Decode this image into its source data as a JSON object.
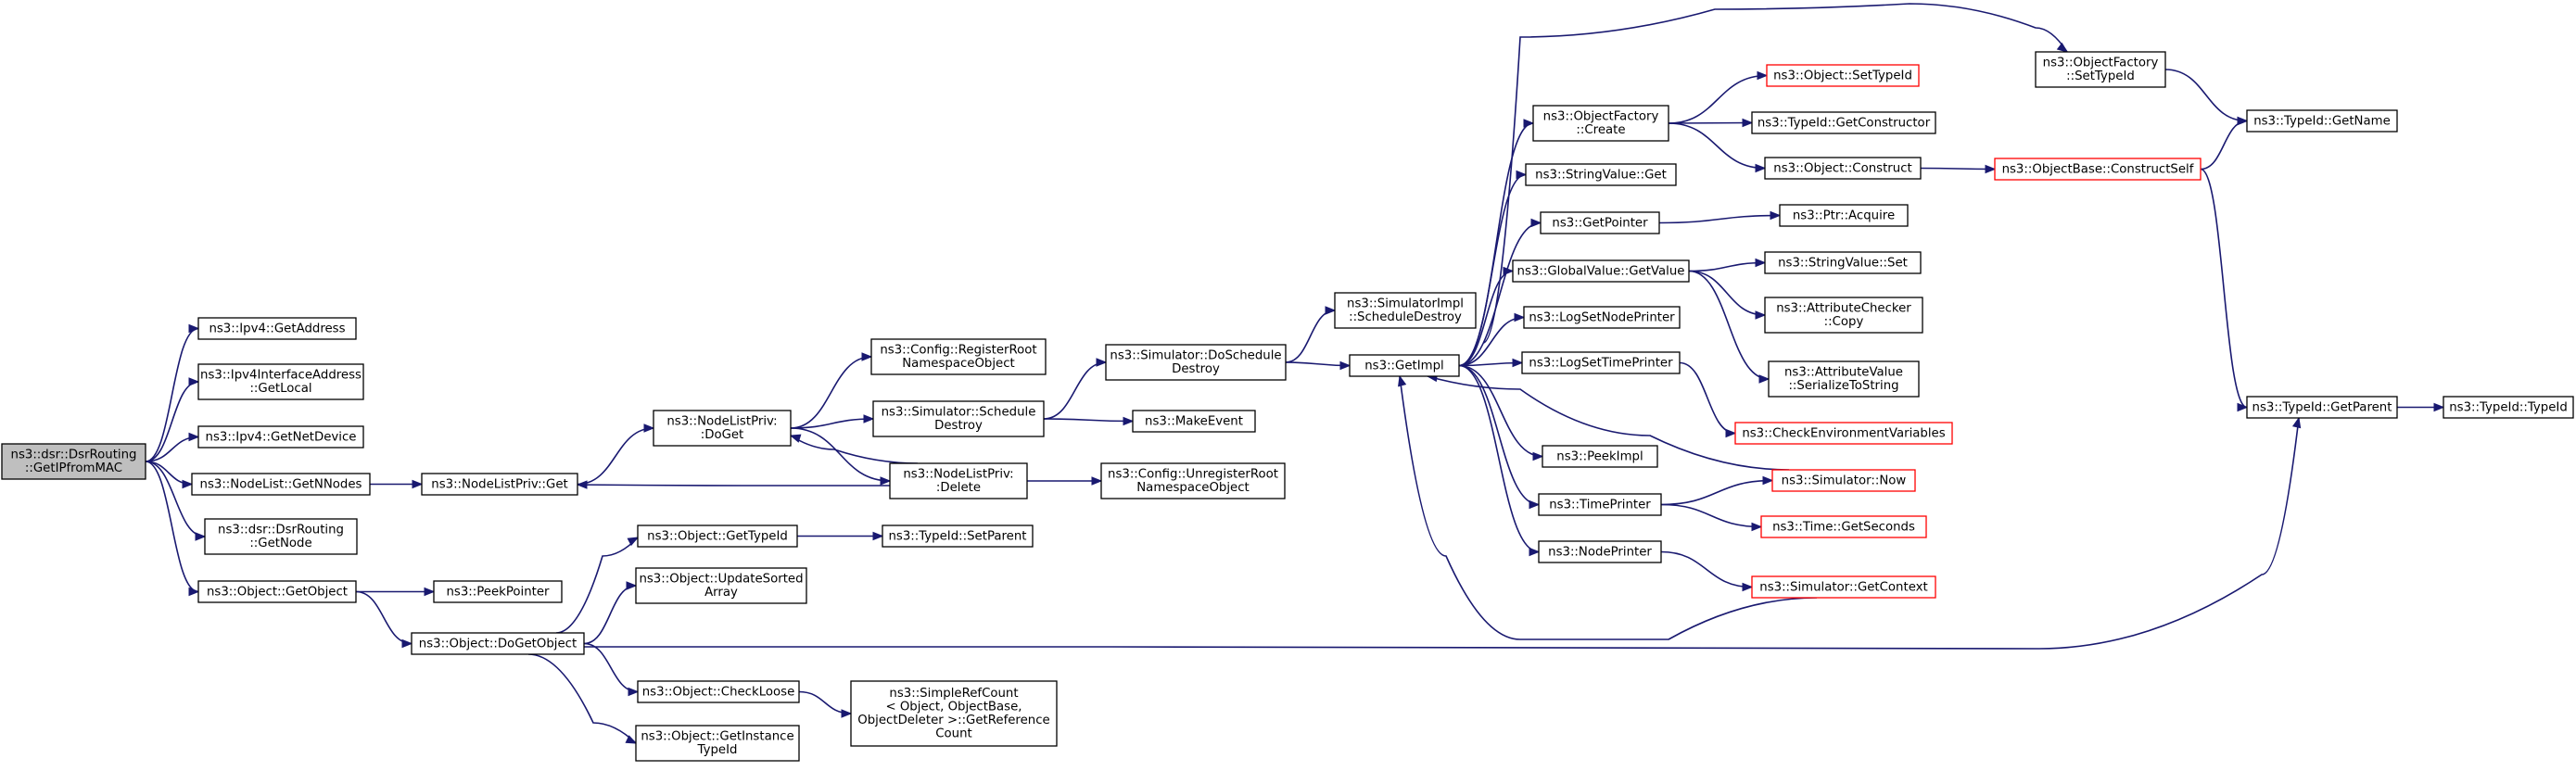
{
  "colors": {
    "edge": "#191970",
    "node_border": "#000000",
    "node_border_linked_out": "#ff0000",
    "root_fill": "#bfbfbf"
  },
  "nodes": [
    {
      "id": "root",
      "lines": [
        "ns3::dsr::DsrRouting",
        "::GetIPfromMAC"
      ],
      "style": "root"
    },
    {
      "id": "ipv4_getaddress",
      "lines": [
        "ns3::Ipv4::GetAddress"
      ]
    },
    {
      "id": "ipv4ia_getlocal",
      "lines": [
        "ns3::Ipv4InterfaceAddress",
        "::GetLocal"
      ]
    },
    {
      "id": "ipv4_getnetdevice",
      "lines": [
        "ns3::Ipv4::GetNetDevice"
      ]
    },
    {
      "id": "nodelist_getnnodes",
      "lines": [
        "ns3::NodeList::GetNNodes"
      ]
    },
    {
      "id": "dsr_getnode",
      "lines": [
        "ns3::dsr::DsrRouting",
        "::GetNode"
      ]
    },
    {
      "id": "object_getobject",
      "lines": [
        "ns3::Object::GetObject"
      ]
    },
    {
      "id": "nlp_get",
      "lines": [
        "ns3::NodeListPriv::Get"
      ]
    },
    {
      "id": "peekpointer",
      "lines": [
        "ns3::PeekPointer"
      ]
    },
    {
      "id": "object_dogetobject",
      "lines": [
        "ns3::Object::DoGetObject"
      ]
    },
    {
      "id": "nlp_doget",
      "lines": [
        "ns3::NodeListPriv:",
        ":DoGet"
      ]
    },
    {
      "id": "object_gettypeid",
      "lines": [
        "ns3::Object::GetTypeId"
      ]
    },
    {
      "id": "object_updatesortedarray",
      "lines": [
        "ns3::Object::UpdateSorted",
        "Array"
      ]
    },
    {
      "id": "object_checkloose",
      "lines": [
        "ns3::Object::CheckLoose"
      ]
    },
    {
      "id": "object_getinstancetypeid",
      "lines": [
        "ns3::Object::GetInstance",
        "TypeId"
      ]
    },
    {
      "id": "config_registerroot",
      "lines": [
        "ns3::Config::RegisterRoot",
        "NamespaceObject"
      ]
    },
    {
      "id": "sim_scheduledestroy",
      "lines": [
        "ns3::Simulator::Schedule",
        "Destroy"
      ]
    },
    {
      "id": "nlp_delete",
      "lines": [
        "ns3::NodeListPriv:",
        ":Delete"
      ]
    },
    {
      "id": "typeid_setparent",
      "lines": [
        "ns3::TypeId::SetParent"
      ]
    },
    {
      "id": "simplerefcount",
      "lines": [
        "ns3::SimpleRefCount",
        "< Object, ObjectBase,",
        "ObjectDeleter >::GetReference",
        "Count"
      ]
    },
    {
      "id": "sim_doscheduledestroy",
      "lines": [
        "ns3::Simulator::DoSchedule",
        "Destroy"
      ]
    },
    {
      "id": "makeevent",
      "lines": [
        "ns3::MakeEvent"
      ]
    },
    {
      "id": "config_unregisterroot",
      "lines": [
        "ns3::Config::UnregisterRoot",
        "NamespaceObject"
      ]
    },
    {
      "id": "simimpl_scheduledestroy",
      "lines": [
        "ns3::SimulatorImpl",
        "::ScheduleDestroy"
      ]
    },
    {
      "id": "getimpl",
      "lines": [
        "ns3::GetImpl"
      ]
    },
    {
      "id": "objfactory_create",
      "lines": [
        "ns3::ObjectFactory",
        "::Create"
      ]
    },
    {
      "id": "stringvalue_get",
      "lines": [
        "ns3::StringValue::Get"
      ]
    },
    {
      "id": "getpointer",
      "lines": [
        "ns3::GetPointer"
      ]
    },
    {
      "id": "globalvalue_getvalue",
      "lines": [
        "ns3::GlobalValue::GetValue"
      ]
    },
    {
      "id": "logsetnodeprinter",
      "lines": [
        "ns3::LogSetNodePrinter"
      ]
    },
    {
      "id": "logsettimeprinter",
      "lines": [
        "ns3::LogSetTimePrinter"
      ]
    },
    {
      "id": "peekimpl",
      "lines": [
        "ns3::PeekImpl"
      ]
    },
    {
      "id": "timeprinter",
      "lines": [
        "ns3::TimePrinter"
      ]
    },
    {
      "id": "nodeprinter",
      "lines": [
        "ns3::NodePrinter"
      ]
    },
    {
      "id": "object_settypeid",
      "lines": [
        "ns3::Object::SetTypeId"
      ],
      "style": "red"
    },
    {
      "id": "typeid_getconstructor",
      "lines": [
        "ns3::TypeId::GetConstructor"
      ]
    },
    {
      "id": "object_construct",
      "lines": [
        "ns3::Object::Construct"
      ]
    },
    {
      "id": "ptr_acquire",
      "lines": [
        "ns3::Ptr::Acquire"
      ]
    },
    {
      "id": "stringvalue_set",
      "lines": [
        "ns3::StringValue::Set"
      ]
    },
    {
      "id": "attributechecker_copy",
      "lines": [
        "ns3::AttributeChecker",
        "::Copy"
      ]
    },
    {
      "id": "attributevalue_serialize",
      "lines": [
        "ns3::AttributeValue",
        "::SerializeToString"
      ]
    },
    {
      "id": "checkenvvars",
      "lines": [
        "ns3::CheckEnvironmentVariables"
      ],
      "style": "red"
    },
    {
      "id": "simulator_now",
      "lines": [
        "ns3::Simulator::Now"
      ],
      "style": "red"
    },
    {
      "id": "time_getseconds",
      "lines": [
        "ns3::Time::GetSeconds"
      ],
      "style": "red"
    },
    {
      "id": "simulator_getcontext",
      "lines": [
        "ns3::Simulator::GetContext"
      ],
      "style": "red"
    },
    {
      "id": "objfactory_settypeid",
      "lines": [
        "ns3::ObjectFactory",
        "::SetTypeId"
      ]
    },
    {
      "id": "objectbase_constructself",
      "lines": [
        "ns3::ObjectBase::ConstructSelf"
      ],
      "style": "red"
    },
    {
      "id": "typeid_getname",
      "lines": [
        "ns3::TypeId::GetName"
      ]
    },
    {
      "id": "typeid_getparent",
      "lines": [
        "ns3::TypeId::GetParent"
      ]
    },
    {
      "id": "typeid_typeid",
      "lines": [
        "ns3::TypeId::TypeId"
      ]
    }
  ],
  "edges": [
    [
      "root",
      "ipv4_getaddress"
    ],
    [
      "root",
      "ipv4ia_getlocal"
    ],
    [
      "root",
      "ipv4_getnetdevice"
    ],
    [
      "root",
      "nodelist_getnnodes"
    ],
    [
      "root",
      "dsr_getnode"
    ],
    [
      "root",
      "object_getobject"
    ],
    [
      "nodelist_getnnodes",
      "nlp_get"
    ],
    [
      "nlp_get",
      "nlp_doget"
    ],
    [
      "nlp_doget",
      "config_registerroot"
    ],
    [
      "nlp_doget",
      "sim_scheduledestroy"
    ],
    [
      "nlp_doget",
      "nlp_delete"
    ],
    [
      "nlp_delete",
      "nlp_doget"
    ],
    [
      "nlp_delete",
      "nlp_get"
    ],
    [
      "nlp_delete",
      "config_unregisterroot"
    ],
    [
      "sim_scheduledestroy",
      "sim_doscheduledestroy"
    ],
    [
      "sim_scheduledestroy",
      "makeevent"
    ],
    [
      "sim_doscheduledestroy",
      "simimpl_scheduledestroy"
    ],
    [
      "sim_doscheduledestroy",
      "getimpl"
    ],
    [
      "object_getobject",
      "peekpointer"
    ],
    [
      "object_getobject",
      "object_dogetobject"
    ],
    [
      "object_dogetobject",
      "object_gettypeid"
    ],
    [
      "object_dogetobject",
      "object_updatesortedarray"
    ],
    [
      "object_dogetobject",
      "object_checkloose"
    ],
    [
      "object_dogetobject",
      "object_getinstancetypeid"
    ],
    [
      "object_dogetobject",
      "typeid_getparent"
    ],
    [
      "object_gettypeid",
      "typeid_setparent"
    ],
    [
      "object_checkloose",
      "simplerefcount"
    ],
    [
      "getimpl",
      "objfactory_settypeid"
    ],
    [
      "getimpl",
      "objfactory_create"
    ],
    [
      "getimpl",
      "stringvalue_get"
    ],
    [
      "getimpl",
      "getpointer"
    ],
    [
      "getimpl",
      "globalvalue_getvalue"
    ],
    [
      "getimpl",
      "logsetnodeprinter"
    ],
    [
      "getimpl",
      "logsettimeprinter"
    ],
    [
      "getimpl",
      "peekimpl"
    ],
    [
      "getimpl",
      "timeprinter"
    ],
    [
      "getimpl",
      "nodeprinter"
    ],
    [
      "objfactory_create",
      "object_settypeid"
    ],
    [
      "objfactory_create",
      "typeid_getconstructor"
    ],
    [
      "objfactory_create",
      "object_construct"
    ],
    [
      "object_construct",
      "objectbase_constructself"
    ],
    [
      "getpointer",
      "ptr_acquire"
    ],
    [
      "globalvalue_getvalue",
      "stringvalue_set"
    ],
    [
      "globalvalue_getvalue",
      "attributechecker_copy"
    ],
    [
      "globalvalue_getvalue",
      "attributevalue_serialize"
    ],
    [
      "logsettimeprinter",
      "checkenvvars"
    ],
    [
      "timeprinter",
      "simulator_now"
    ],
    [
      "timeprinter",
      "time_getseconds"
    ],
    [
      "nodeprinter",
      "simulator_getcontext"
    ],
    [
      "simulator_now",
      "getimpl"
    ],
    [
      "simulator_getcontext",
      "getimpl"
    ],
    [
      "objfactory_settypeid",
      "typeid_getname"
    ],
    [
      "objectbase_constructself",
      "typeid_getname"
    ],
    [
      "objectbase_constructself",
      "typeid_getparent"
    ],
    [
      "typeid_getparent",
      "typeid_typeid"
    ]
  ]
}
